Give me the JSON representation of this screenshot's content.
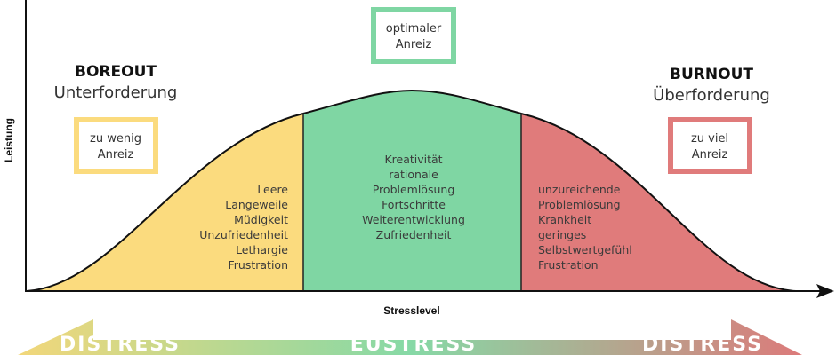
{
  "axes": {
    "y_label": "Leistung",
    "x_label": "Stresslevel"
  },
  "colors": {
    "boreout": "#FBDB7E",
    "optimal": "#7FD6A3",
    "burnout": "#E07B7B"
  },
  "top_box": {
    "lines": [
      "optimaler",
      "Anreiz"
    ]
  },
  "boreout": {
    "title": "BOREOUT",
    "subtitle": "Unterforderung",
    "box": [
      "zu wenig",
      "Anreiz"
    ],
    "items": [
      "Leere",
      "Langeweile",
      "Müdigkeit",
      "Unzufriedenheit",
      "Lethargie",
      "Frustration"
    ]
  },
  "optimal": {
    "items": [
      "Kreativität",
      "rationale",
      "Problemlösung",
      "Fortschritte",
      "Weiterentwicklung",
      "Zufriedenheit"
    ]
  },
  "burnout": {
    "title": "BURNOUT",
    "subtitle": "Überforderung",
    "box": [
      "zu viel",
      "Anreiz"
    ],
    "items": [
      "unzureichende",
      "Problemlösung",
      "Krankheit",
      "geringes",
      "Selbstwertgefühl",
      "Frustration"
    ]
  },
  "bottom_arrow": {
    "left": "DISTRESS",
    "center": "EUSTRESS",
    "right": "DISTRESS"
  }
}
